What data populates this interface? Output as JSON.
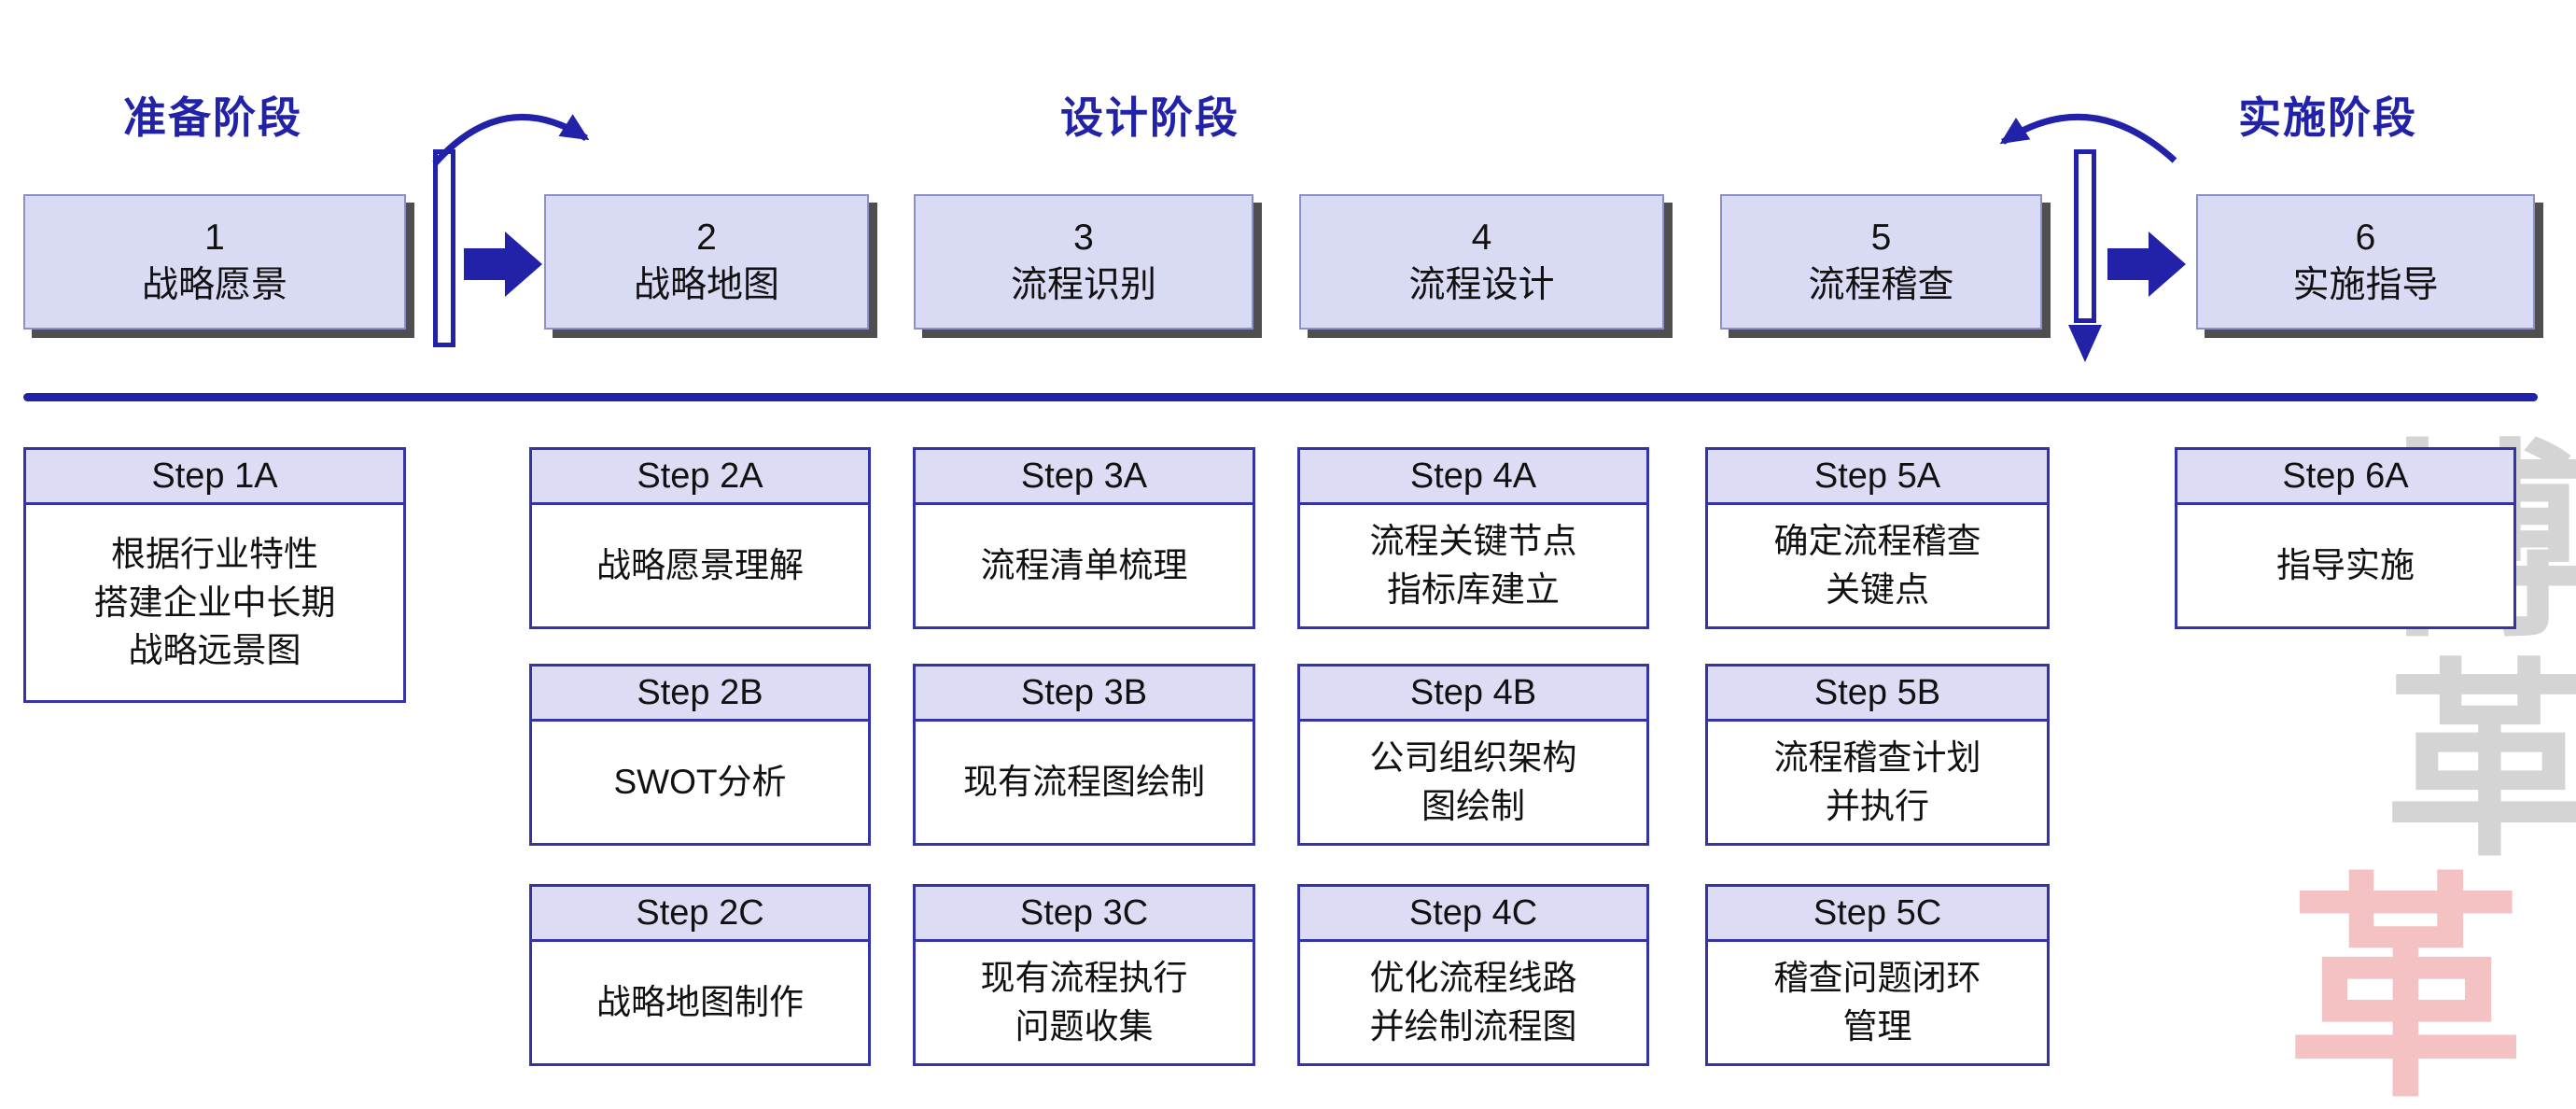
{
  "phases": [
    {
      "label": "准备阶段"
    },
    {
      "label": "设计阶段"
    },
    {
      "label": "实施阶段"
    }
  ],
  "steps": [
    {
      "num": "1",
      "title": "战略愿景"
    },
    {
      "num": "2",
      "title": "战略地图"
    },
    {
      "num": "3",
      "title": "流程识别"
    },
    {
      "num": "4",
      "title": "流程设计"
    },
    {
      "num": "5",
      "title": "流程稽查"
    },
    {
      "num": "6",
      "title": "实施指导"
    }
  ],
  "substeps": {
    "s1a": {
      "label": "Step 1A",
      "text": "根据行业特性\n搭建企业中长期\n战略远景图"
    },
    "s2a": {
      "label": "Step 2A",
      "text": "战略愿景理解"
    },
    "s2b": {
      "label": "Step 2B",
      "text": "SWOT分析"
    },
    "s2c": {
      "label": "Step 2C",
      "text": "战略地图制作"
    },
    "s3a": {
      "label": "Step 3A",
      "text": "流程清单梳理"
    },
    "s3b": {
      "label": "Step 3B",
      "text": "现有流程图绘制"
    },
    "s3c": {
      "label": "Step 3C",
      "text": "现有流程执行\n问题收集"
    },
    "s4a": {
      "label": "Step 4A",
      "text": "流程关键节点\n指标库建立"
    },
    "s4b": {
      "label": "Step 4B",
      "text": "公司组织架构\n图绘制"
    },
    "s4c": {
      "label": "Step 4C",
      "text": "优化流程线路\n并绘制流程图"
    },
    "s5a": {
      "label": "Step 5A",
      "text": "确定流程稽查\n关键点"
    },
    "s5b": {
      "label": "Step 5B",
      "text": "流程稽查计划\n并执行"
    },
    "s5c": {
      "label": "Step 5C",
      "text": "稽查问题闭环\n管理"
    },
    "s6a": {
      "label": "Step 6A",
      "text": "指导实施"
    }
  },
  "watermark": {
    "glyphs": [
      "博",
      "革",
      "革"
    ]
  },
  "colors": {
    "navy": "#2222A8",
    "box_fill": "#D9DAF3",
    "box_border": "#8C90C8",
    "sub_border": "#3434A6",
    "shadow": "#4F4F4F",
    "watermark_gray": "#D4D4D4",
    "watermark_pink": "#F4C2C2"
  }
}
